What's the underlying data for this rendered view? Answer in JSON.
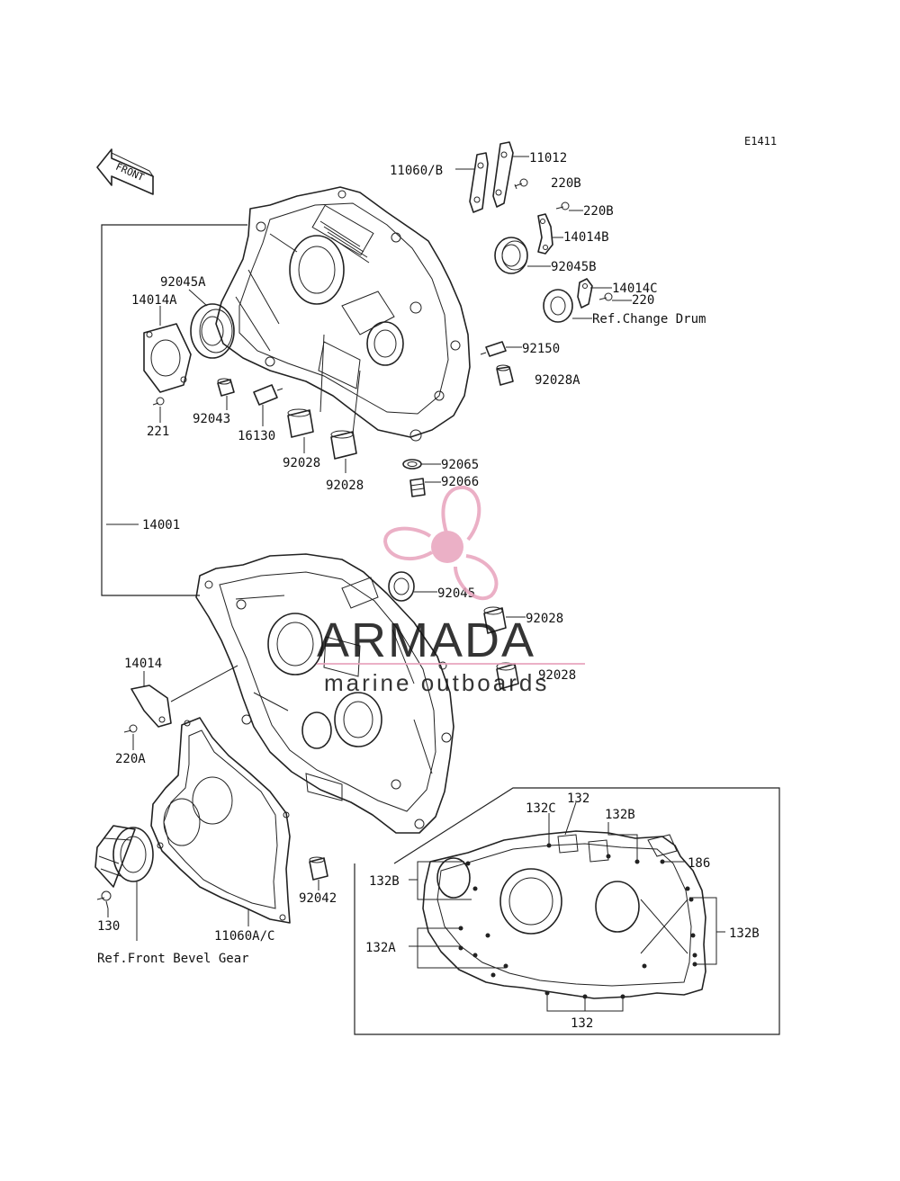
{
  "diagram_id": "E1411",
  "front_label": "FRONT",
  "labels": {
    "p11012": "11012",
    "p11060B": "11060/B",
    "p220B_1": "220B",
    "p220B_2": "220B",
    "p14014B": "14014B",
    "p92045B": "92045B",
    "p14014C": "14014C",
    "p220": "220",
    "ref_change_drum": "Ref.Change Drum",
    "p92150": "92150",
    "p92028A": "92028A",
    "p92045A": "92045A",
    "p14014A": "14014A",
    "p92043": "92043",
    "p221": "221",
    "p16130": "16130",
    "p92028_1": "92028",
    "p92028_2": "92028",
    "p92065": "92065",
    "p92066": "92066",
    "p14001": "14001",
    "p92045": "92045",
    "p92028_3": "92028",
    "p92028_4": "92028",
    "p14014": "14014",
    "p220A": "220A",
    "p92042": "92042",
    "p11060AC": "11060A/C",
    "p130": "130",
    "ref_front_bevel": "Ref.Front Bevel Gear",
    "p132C": "132C",
    "p132_top": "132",
    "p132B_top": "132B",
    "p186": "186",
    "p132B_left": "132B",
    "p132B_right": "132B",
    "p132A": "132A",
    "p132_bottom": "132"
  },
  "watermark": {
    "brand": "ARMADA",
    "tagline": "marine outboards",
    "accent_color": "#e8a3bd"
  }
}
